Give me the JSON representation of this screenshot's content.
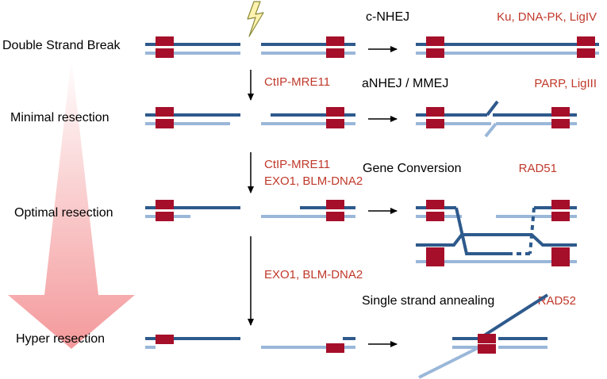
{
  "stages": {
    "dsb": "Double Strand Break",
    "minimal": "Minimal resection",
    "optimal": "Optimal resection",
    "hyper": "Hyper resection"
  },
  "enzymes": {
    "step1": "CtIP-MRE11",
    "step2_a": "CtIP-MRE11",
    "step2_b": "EXO1, BLM-DNA2",
    "step3": "EXO1, BLM-DNA2"
  },
  "pathways": {
    "cnhej": {
      "name": "c-NHEJ",
      "factors": "Ku, DNA-PK, LigIV"
    },
    "anhej": {
      "name": "aNHEJ / MMEJ",
      "factors": "PARP, LigIII"
    },
    "gc": {
      "name": "Gene Conversion",
      "factors": "RAD51"
    },
    "ssa": {
      "name": "Single strand annealing",
      "factors": "RAD52"
    }
  },
  "colors": {
    "dark_strand": "#2E5A8C",
    "light_strand": "#9AB7D9",
    "red_block": "#A50F2A",
    "factor_text": "#C0392B",
    "gradient_top": "#FFFFFF",
    "gradient_bottom": "#F4999B",
    "bolt_fill": "#FFF3B0",
    "bolt_stroke": "#8A8A3A"
  }
}
